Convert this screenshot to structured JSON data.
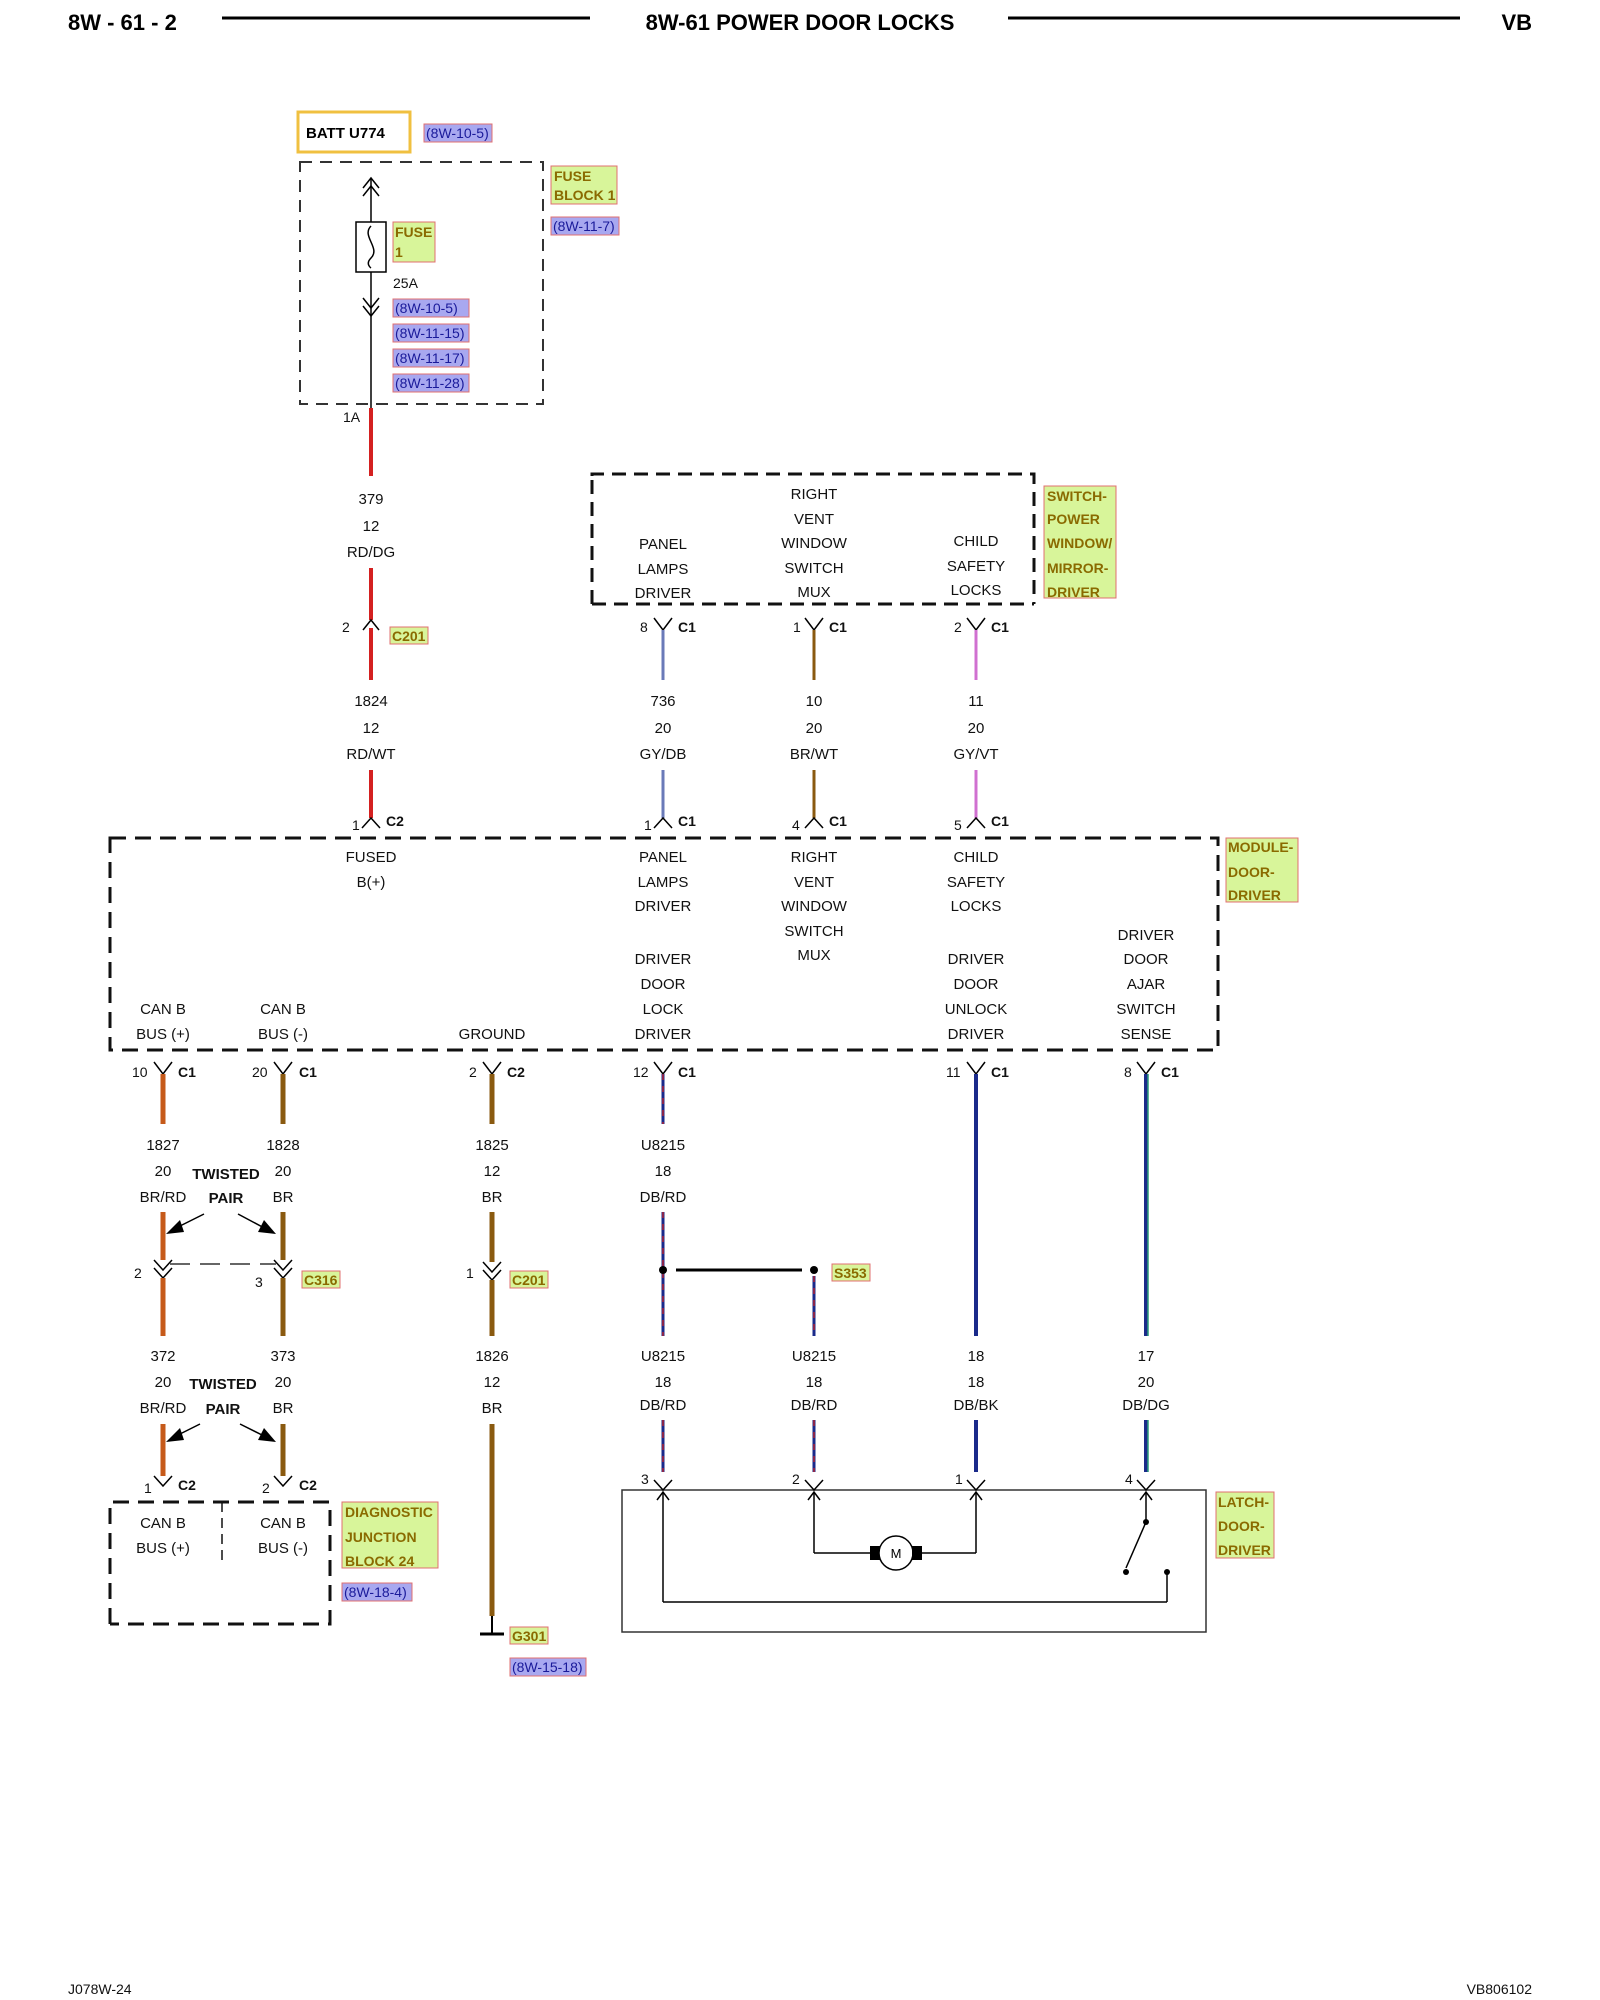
{
  "header": {
    "page_left": "8W - 61 - 2",
    "title": "8W-61 POWER DOOR LOCKS",
    "page_right": "VB"
  },
  "footer": {
    "left": "J078W-24",
    "right": "VB806102"
  },
  "colors": {
    "wire_red": "#d42020",
    "wire_brown": "#8a5a10",
    "wire_gray_db": "#6a7ab8",
    "wire_gray_vt": "#d070d0",
    "wire_db": "#1a2a8a",
    "wire_dg": "#2a9a7a",
    "tag_fill": "#d8f59a",
    "tag_stroke": "#e07070",
    "ref_fill": "#a8a8f0",
    "batt_stroke": "#f0c040"
  },
  "battery": {
    "label": "BATT U774",
    "ref": "(8W-10-5)"
  },
  "fuse_block": {
    "tag_lines": [
      "FUSE",
      "BLOCK 1"
    ],
    "ref": "(8W-11-7)",
    "fuse_tag_lines": [
      "FUSE",
      "1"
    ],
    "rating": "25A",
    "refs": [
      "(8W-10-5)",
      "(8W-11-15)",
      "(8W-11-17)",
      "(8W-11-28)"
    ],
    "pin": "1A"
  },
  "wire_379": [
    "379",
    "12",
    "RD/DG"
  ],
  "c201_top": {
    "pin": "2",
    "tag": "C201"
  },
  "switch": {
    "tag_lines": [
      "SWITCH-",
      "POWER",
      "WINDOW/",
      "MIRROR-",
      "DRIVER"
    ],
    "panel": [
      "PANEL",
      "LAMPS",
      "DRIVER"
    ],
    "vent": [
      "RIGHT",
      "VENT",
      "WINDOW",
      "SWITCH",
      "MUX"
    ],
    "child": [
      "CHILD",
      "SAFETY",
      "LOCKS"
    ],
    "pins": [
      {
        "pin": "8",
        "conn": "C1"
      },
      {
        "pin": "1",
        "conn": "C1"
      },
      {
        "pin": "2",
        "conn": "C1"
      }
    ]
  },
  "mid_wires": {
    "w1824": [
      "1824",
      "12",
      "RD/WT"
    ],
    "w736": [
      "736",
      "20",
      "GY/DB"
    ],
    "w10": [
      "10",
      "20",
      "BR/WT"
    ],
    "w11": [
      "11",
      "20",
      "GY/VT"
    ]
  },
  "module": {
    "tag_lines": [
      "MODULE-",
      "DOOR-",
      "DRIVER"
    ],
    "top_pins": [
      {
        "pin": "1",
        "conn": "C2"
      },
      {
        "pin": "1",
        "conn": "C1"
      },
      {
        "pin": "4",
        "conn": "C1"
      },
      {
        "pin": "5",
        "conn": "C1"
      }
    ],
    "fused": [
      "FUSED",
      "B(+)"
    ],
    "panel": [
      "PANEL",
      "LAMPS",
      "DRIVER"
    ],
    "vent": [
      "RIGHT",
      "VENT",
      "WINDOW",
      "SWITCH",
      "MUX"
    ],
    "child": [
      "CHILD",
      "SAFETY",
      "LOCKS"
    ],
    "canbp": [
      "CAN B",
      "BUS (+)"
    ],
    "canbm": [
      "CAN B",
      "BUS (-)"
    ],
    "ground": "GROUND",
    "lock": [
      "DRIVER",
      "DOOR",
      "LOCK",
      "DRIVER"
    ],
    "unlock": [
      "DRIVER",
      "DOOR",
      "UNLOCK",
      "DRIVER"
    ],
    "ajar": [
      "DRIVER",
      "DOOR",
      "AJAR",
      "SWITCH",
      "SENSE"
    ],
    "bottom_pins": [
      {
        "pin": "10",
        "conn": "C1"
      },
      {
        "pin": "20",
        "conn": "C1"
      },
      {
        "pin": "2",
        "conn": "C2"
      },
      {
        "pin": "12",
        "conn": "C1"
      },
      {
        "pin": "11",
        "conn": "C1"
      },
      {
        "pin": "8",
        "conn": "C1"
      }
    ]
  },
  "lower_wires": {
    "w1827": [
      "1827",
      "20",
      "BR/RD"
    ],
    "w1828": [
      "1828",
      "20",
      "BR"
    ],
    "twisted1": [
      "TWISTED",
      "PAIR"
    ],
    "w1825": [
      "1825",
      "12",
      "BR"
    ],
    "wu8215": [
      "U8215",
      "18",
      "DB/RD"
    ]
  },
  "c316": {
    "pin_left": "2",
    "pin_right": "3",
    "tag": "C316"
  },
  "c201_low": {
    "pin": "1",
    "tag": "C201"
  },
  "s353": "S353",
  "bottom_wires": {
    "w372": [
      "372",
      "20",
      "BR/RD"
    ],
    "w373": [
      "373",
      "20",
      "BR"
    ],
    "twisted2": [
      "TWISTED",
      "PAIR"
    ],
    "w1826": [
      "1826",
      "12",
      "BR"
    ],
    "wu8215a": [
      "U8215",
      "18",
      "DB/RD"
    ],
    "wu8215b": [
      "U8215",
      "18",
      "DB/RD"
    ],
    "w18": [
      "18",
      "18",
      "DB/BK"
    ],
    "w17": [
      "17",
      "20",
      "DB/DG"
    ]
  },
  "djb": {
    "tag_lines": [
      "DIAGNOSTIC",
      "JUNCTION",
      "BLOCK 24"
    ],
    "ref": "(8W-18-4)",
    "pins": [
      {
        "pin": "1",
        "conn": "C2"
      },
      {
        "pin": "2",
        "conn": "C2"
      }
    ],
    "canbp": [
      "CAN B",
      "BUS (+)"
    ],
    "canbm": [
      "CAN B",
      "BUS (-)"
    ]
  },
  "ground": {
    "tag": "G301",
    "ref": "(8W-15-18)"
  },
  "latch": {
    "tag_lines": [
      "LATCH-",
      "DOOR-",
      "DRIVER"
    ],
    "pins": [
      "3",
      "2",
      "1",
      "4"
    ],
    "motor": "M"
  }
}
